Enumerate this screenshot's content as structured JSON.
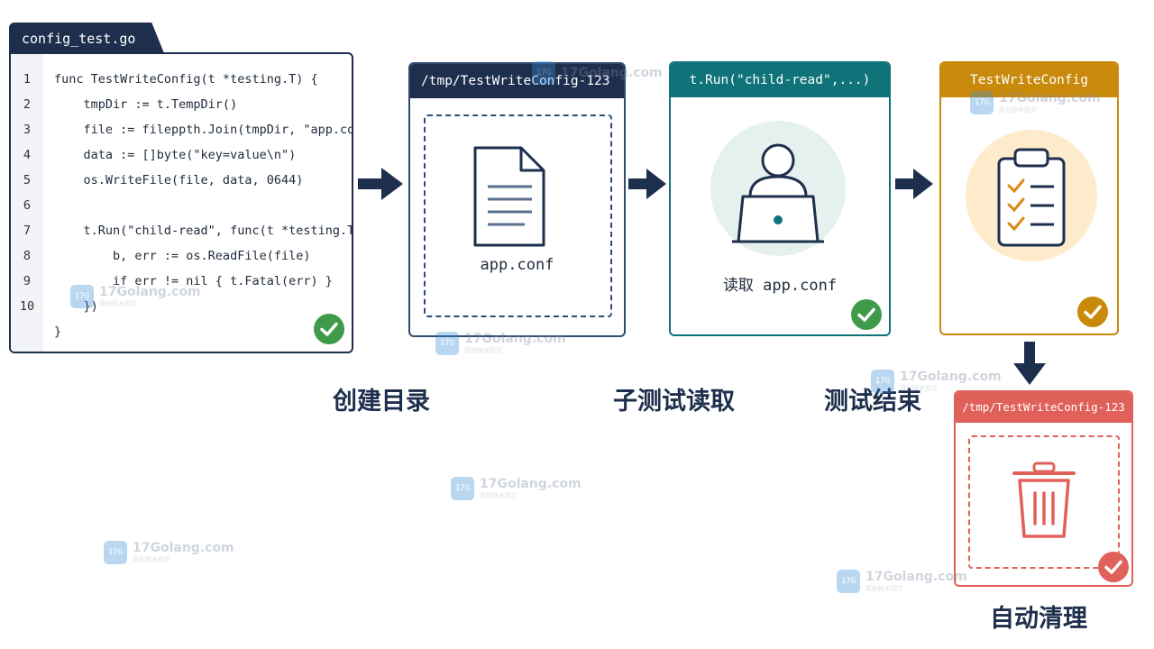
{
  "code_panel": {
    "filename": "config_test.go",
    "lines": [
      {
        "n": "1",
        "text": "func TestWriteConfig(t *testing.T) {"
      },
      {
        "n": "2",
        "text": "    tmpDir := t.TempDir()"
      },
      {
        "n": "3",
        "text": "    file := fileppth.Join(tmpDir, \"app.conf\")"
      },
      {
        "n": "4",
        "text": "    data := []byte(\"key=value\\n\")"
      },
      {
        "n": "5",
        "text": "    os.WriteFile(file, data, 0644)"
      },
      {
        "n": "6",
        "text": ""
      },
      {
        "n": "7",
        "text": "    t.Run(\"child-read\", func(t *testing.T) {"
      },
      {
        "n": "8",
        "text": "        b, err := os.ReadFile(file)"
      },
      {
        "n": "9",
        "text": "        if err != nil { t.Fatal(err) }"
      },
      {
        "n": "10",
        "text": "    })"
      },
      {
        "n": "",
        "text": "}"
      }
    ]
  },
  "steps": {
    "create_dir": {
      "header": "/tmp/TestWriteConfig-123",
      "file_label": "app.conf",
      "caption": "创建目录",
      "icon": "document-icon"
    },
    "child_read": {
      "header": "t.Run(\"child-read\",...)",
      "label": "读取 app.conf",
      "caption": "子测试读取",
      "icon": "user-laptop-icon"
    },
    "test_end": {
      "header": "TestWriteConfig",
      "caption": "测试结束",
      "icon": "clipboard-checklist-icon"
    },
    "cleanup": {
      "header": "/tmp/TestWriteConfig-123",
      "caption": "自动清理",
      "icon": "trash-icon"
    }
  },
  "watermark": {
    "site": "17Golang.com",
    "sub": "原创技术图文",
    "logo": "17G"
  },
  "colors": {
    "navy": "#1e2f4d",
    "teal": "#0f7379",
    "amber": "#c98a0c",
    "red": "#e0605a",
    "green_check": "#3f9a4a"
  }
}
